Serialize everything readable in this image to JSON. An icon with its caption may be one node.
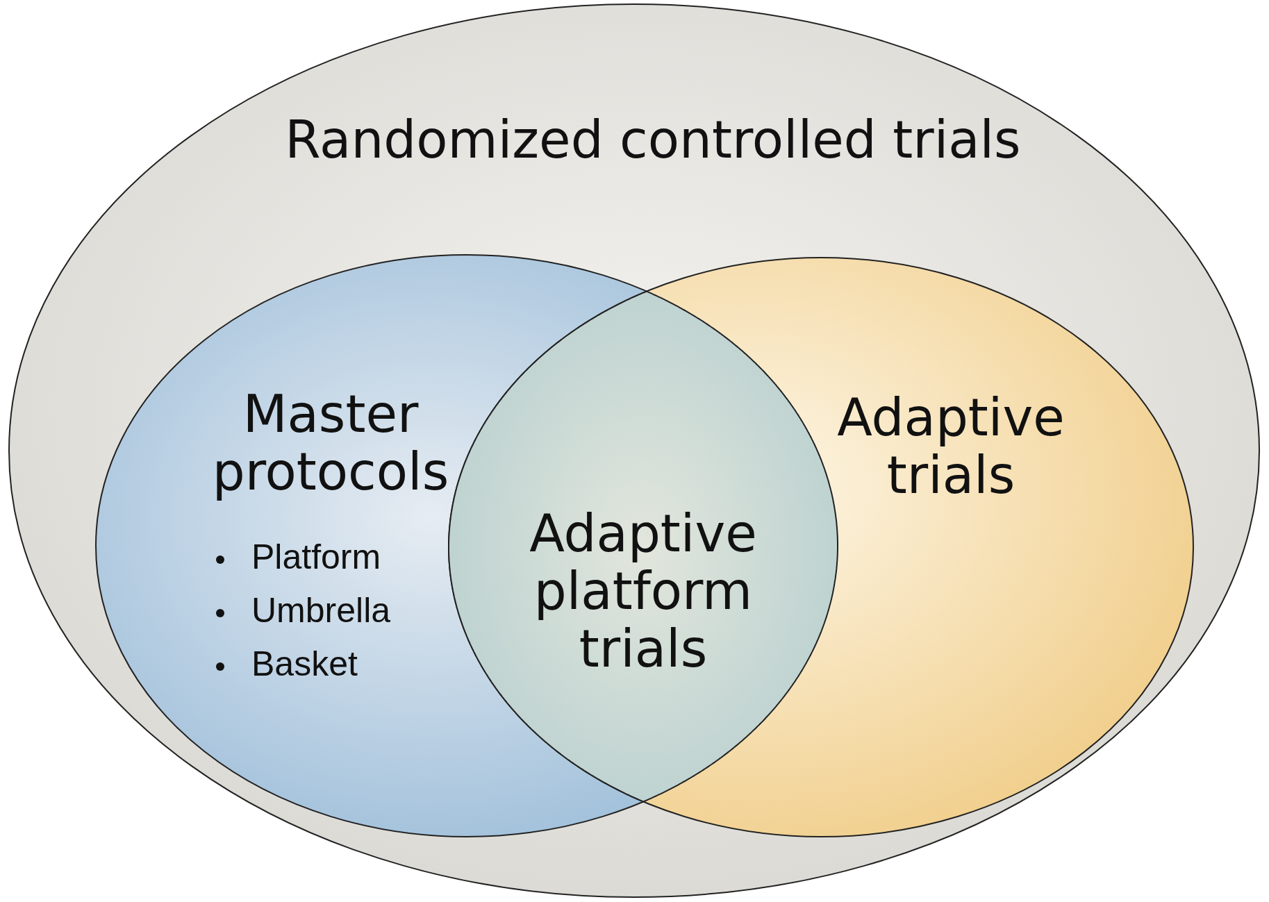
{
  "diagram": {
    "nodes": [
      {
        "text": [
          "Randomized controlled trials"
        ]
      },
      {
        "text": [
          "Master protocols",
          "Platform",
          "Umbrella",
          "Basket"
        ],
        "in": 0
      },
      {
        "text": [
          "Adaptive trials"
        ],
        "in": 0
      },
      {
        "text": [
          "Adaptive platform trials"
        ]
      }
    ]
  }
}
